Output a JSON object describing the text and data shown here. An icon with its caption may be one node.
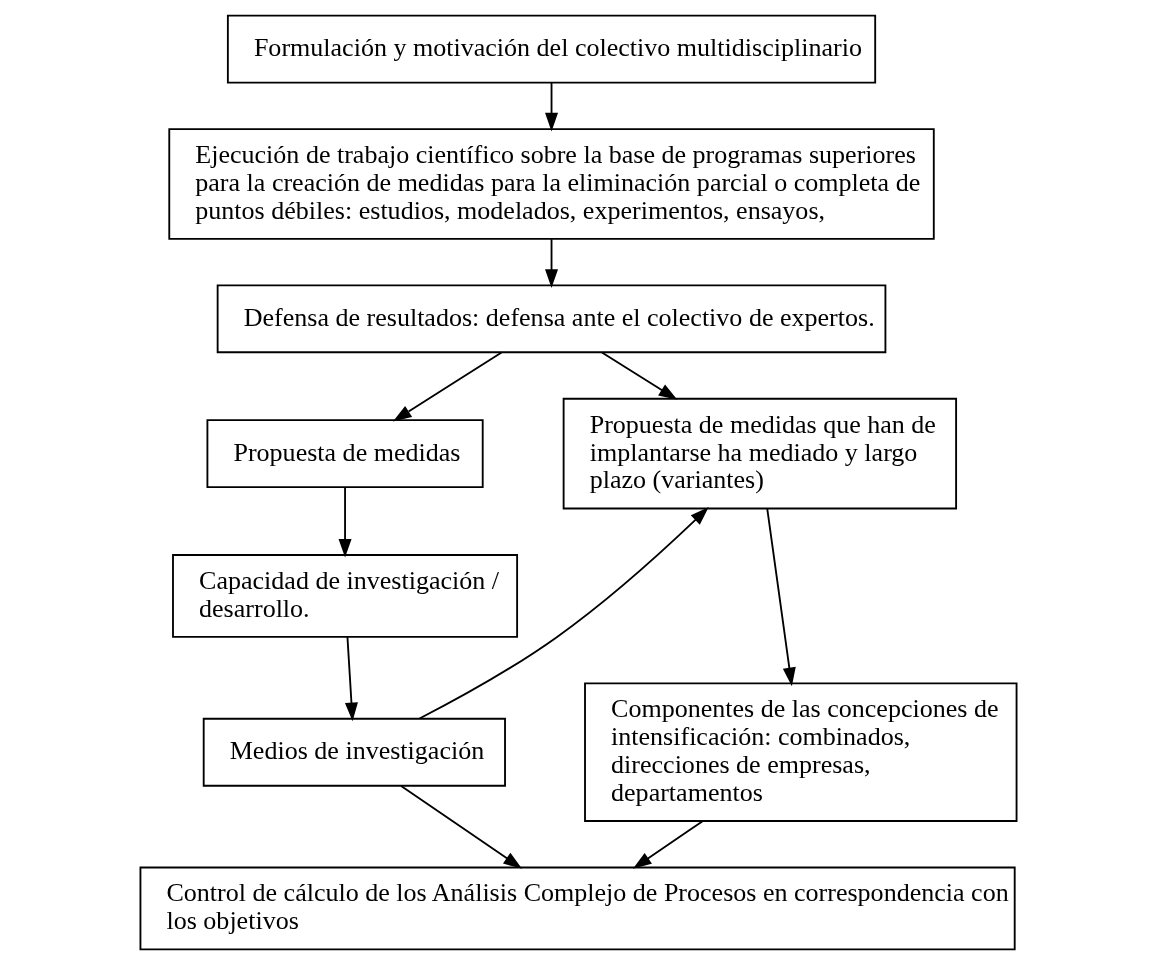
{
  "diagram": {
    "nodes": [
      {
        "text": [
          "Formulación y motivación del colectivo multidisciplinario"
        ]
      },
      {
        "text": [
          "Ejecución de trabajo científico sobre la base de programas superiores para la creación de medidas para la eliminación parcial o completa de puntos débiles: estudios, modelados, experimentos, ensayos,"
        ]
      },
      {
        "text": [
          "Defensa de resultados: defensa ante el colectivo de expertos."
        ]
      },
      {
        "text": [
          "Propuesta de medidas"
        ]
      },
      {
        "text": [
          "Propuesta de medidas que han de implantarse ha mediado y largo plazo (variantes)"
        ]
      },
      {
        "text": [
          "Capacidad de investigación / desarrollo."
        ]
      },
      {
        "text": [
          "Medios de investigación"
        ]
      },
      {
        "text": [
          "Componentes de las concepciones de intensificación: combinados, direcciones de empresas, departamentos"
        ]
      },
      {
        "text": [
          "Control de cálculo de los Análisis Complejo de Procesos en correspondencia con los objetivos"
        ]
      }
    ],
    "edges": [
      {
        "from": 0,
        "to": 1,
        "arrow": "to"
      },
      {
        "from": 1,
        "to": 2,
        "arrow": "to"
      },
      {
        "from": 2,
        "to": 3,
        "arrow": "to"
      },
      {
        "from": 2,
        "to": 4,
        "arrow": "to"
      },
      {
        "from": 3,
        "to": 5,
        "arrow": "to"
      },
      {
        "from": 5,
        "to": 6,
        "arrow": "to"
      },
      {
        "from": 6,
        "to": 4,
        "arrow": "to"
      },
      {
        "from": 6,
        "to": 8,
        "arrow": "to"
      },
      {
        "from": 4,
        "to": 7,
        "arrow": "to"
      },
      {
        "from": 7,
        "to": 8,
        "arrow": "to"
      }
    ]
  }
}
